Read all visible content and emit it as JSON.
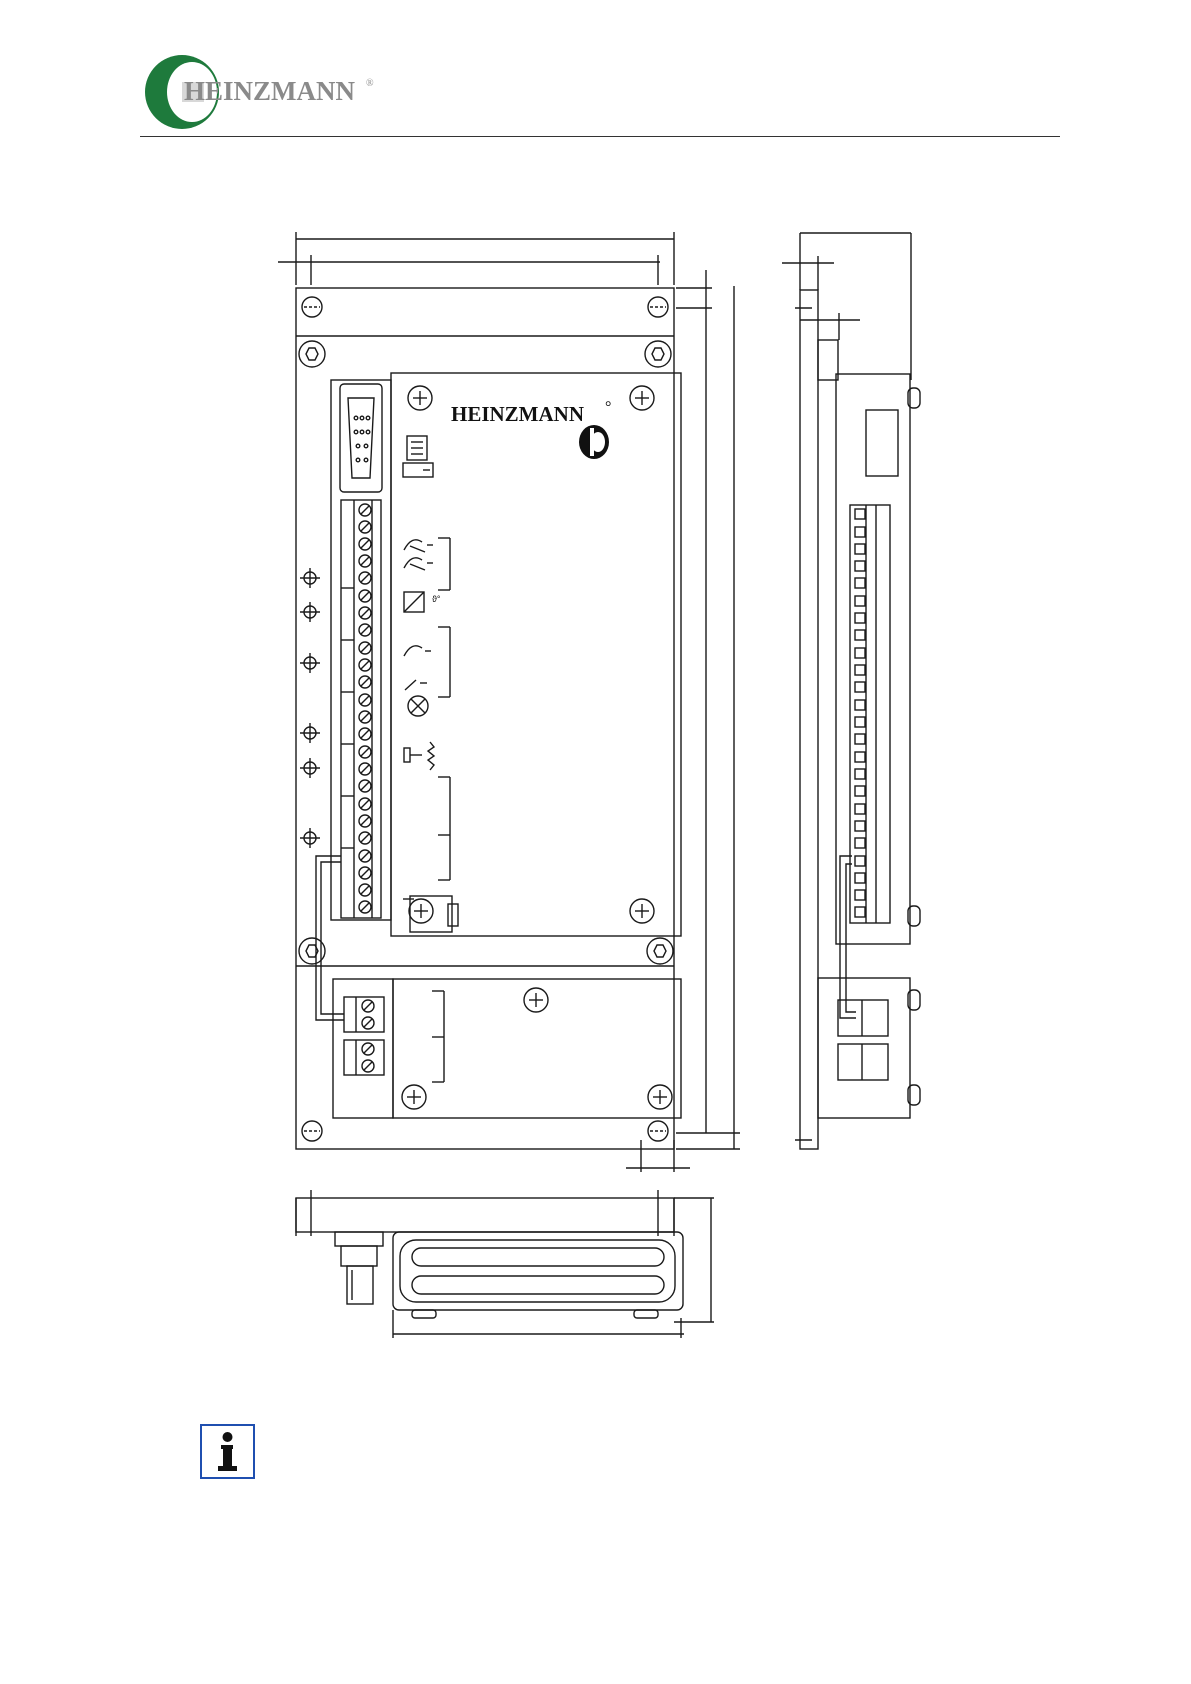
{
  "header": {
    "logo_text": "HEINZMANN",
    "logo_mark": "®",
    "logo_colors": {
      "green": "#1e7a3c",
      "black": "#111111",
      "grey": "#9a9a9a"
    }
  },
  "drawing": {
    "panel_logo_text": "HEINZMANN",
    "panel_logo_mark": "°",
    "line_color": "#1a1a1a",
    "icons": [
      "plug-icon",
      "switch-open-icon",
      "switch-open-icon",
      "relay-coil-icon",
      "switch-icon",
      "switch-icon",
      "lamp-icon",
      "sensor-icon",
      "ground-icon"
    ]
  },
  "notice": {
    "icon": "info-icon",
    "glyph": "i",
    "border_color": "#1f4fb0"
  }
}
